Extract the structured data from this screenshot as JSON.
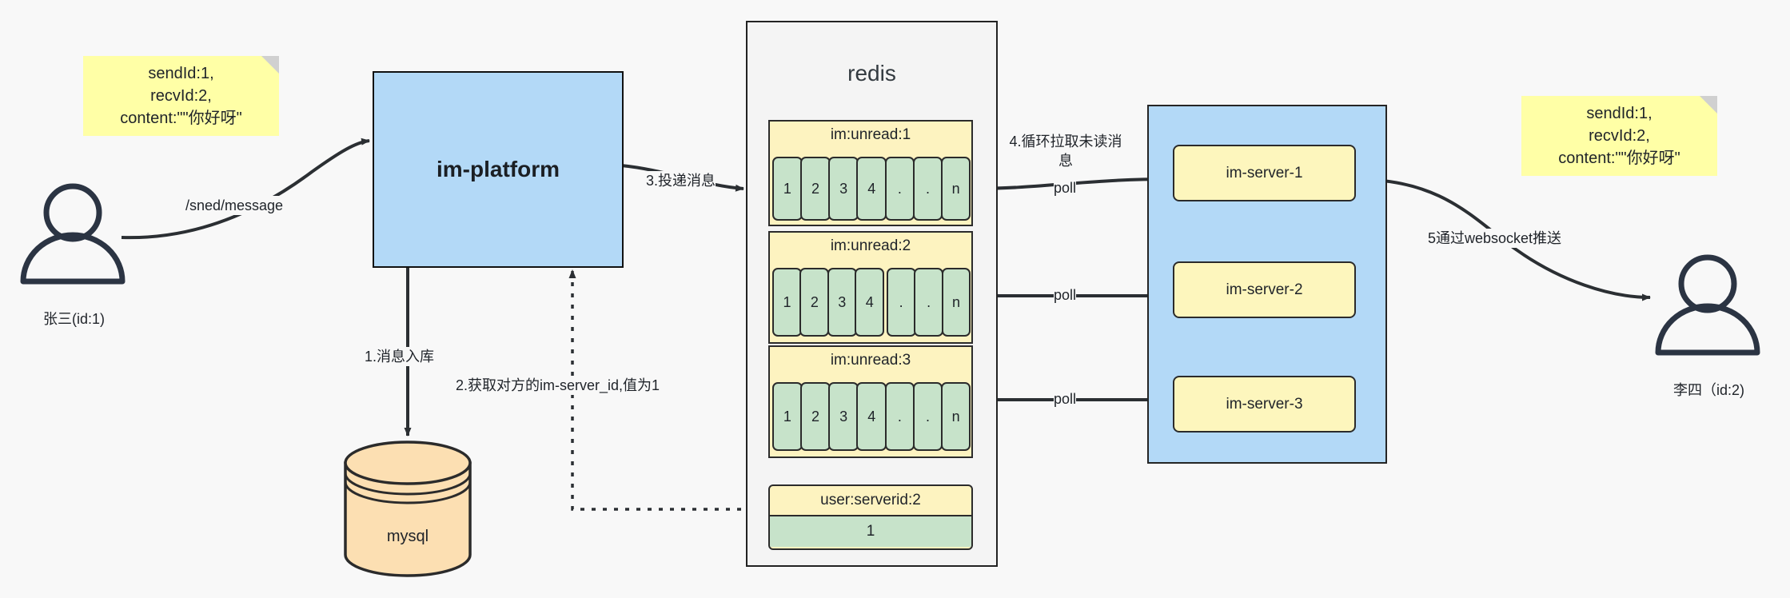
{
  "diagram": {
    "title": "IM message delivery architecture",
    "colors": {
      "note": "#ffffa6",
      "platform": "#b3d9f7",
      "server": "#fdf6bd",
      "queue_header": "#fdf3c0",
      "queue_cell": "#c7e3ca",
      "mysql": "#fcdfb2",
      "stroke": "#222222",
      "canvas": "#f8f8f8"
    }
  },
  "notes": {
    "left": "sendId:1,\nrecvId:2,\ncontent:\"\"你好呀\"",
    "right": "sendId:1,\nrecvId:2,\ncontent:\"\"你好呀\""
  },
  "actors": {
    "sender": "张三(id:1)",
    "receiver": "李四（id:2)"
  },
  "nodes": {
    "platform": "im-platform",
    "mysql": "mysql",
    "redis": "redis"
  },
  "servers": [
    {
      "label": "im-server-1"
    },
    {
      "label": "im-server-2"
    },
    {
      "label": "im-server-3"
    }
  ],
  "queues": [
    {
      "key": "im:unread:1",
      "cells": [
        "1",
        "2",
        "3",
        "4",
        ".",
        ".",
        "n"
      ],
      "gap_after": 7
    },
    {
      "key": "im:unread:2",
      "cells": [
        "1",
        "2",
        "3",
        "4",
        ".",
        ".",
        "n"
      ],
      "gap_after": 4
    },
    {
      "key": "im:unread:3",
      "cells": [
        "1",
        "2",
        "3",
        "4",
        ".",
        ".",
        "n"
      ],
      "gap_after": 7
    }
  ],
  "kv": {
    "key": "user:serverid:2",
    "value": "1"
  },
  "edges": {
    "send_message": "/sned/message",
    "step1": "1.消息入库",
    "step2": "2.获取对方的im-server_id,值为1",
    "step3": "3.投递消息",
    "step4": "4.循环拉取未读消息",
    "step5": "5通过websocket推送",
    "poll1": "poll",
    "poll2": "poll",
    "poll3": "poll"
  }
}
